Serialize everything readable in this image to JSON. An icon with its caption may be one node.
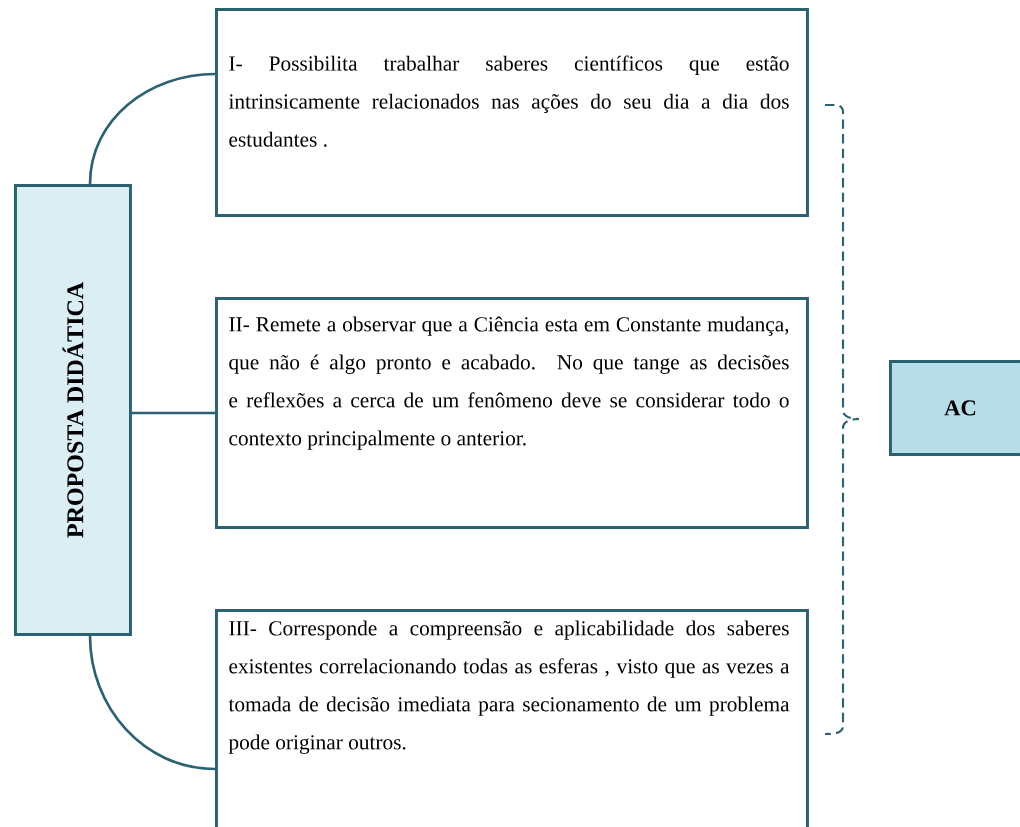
{
  "diagram": {
    "nodes": [
      {
        "text": [
          "PROPOSTA DIDÁTICA"
        ]
      },
      {
        "text": [
          "I- Possibilita trabalhar saberes científicos que estão intrinsicamente relacionados nas ações do seu dia a dia dos estudantes ."
        ]
      },
      {
        "text": [
          "II- Remete a observar que a Ciência esta em Constante mudança, que não é algo pronto e acabado. No que tange as decisões e reflexões a cerca de um fenômeno deve se considerar todo o contexto principalmente o anterior."
        ]
      },
      {
        "text": [
          "III- Corresponde a compreensão e aplicabilidade dos saberes existentes correlacionando todas as esferas , visto que as vezes a tomada de decisão imediata para secionamento de um problema pode originar outros."
        ]
      },
      {
        "text": [
          "AC"
        ]
      }
    ],
    "edges": [
      {
        "from": 0,
        "to": 1,
        "arrow": "none"
      },
      {
        "from": 0,
        "to": 2,
        "arrow": "none"
      },
      {
        "from": 0,
        "to": 3,
        "arrow": "none"
      }
    ]
  }
}
